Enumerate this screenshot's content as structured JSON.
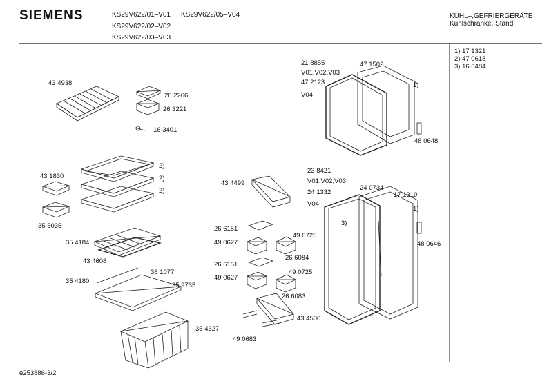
{
  "header": {
    "brand": "SIEMENS",
    "models": [
      "KS29V622/01–V01",
      "KS29V622/05–V04",
      "KS29V622/02–V02",
      "KS29V622/03–V03"
    ],
    "category_line1": "KÜHL–,GEFRIERGERÄTE",
    "category_line2": "Kühlschränke, Stand"
  },
  "notes": [
    "1)  17 1321",
    "2)  47 0618",
    "3)  16 6484"
  ],
  "parts": {
    "p434938": "43 4938",
    "p262266": "26 2266",
    "p263221": "26 3221",
    "p163401": "16 3401",
    "p431830": "43 1830",
    "p355035": "35 5035",
    "note2a": "2)",
    "note2b": "2)",
    "note2c": "2)",
    "p354184": "35 4184",
    "p434608": "43 4608",
    "p361077": "36 1077",
    "p354180": "35 4180",
    "p359735": "35 9735",
    "p354327": "35 4327",
    "p218855": "21 8855",
    "v010203a": "V01,V02,V03",
    "p472123": "47 2123",
    "v04a": "V04",
    "p471502": "47 1502",
    "note1a": "1)",
    "p480648": "48 0648",
    "p238421": "23 8421",
    "v010203b": "V01,V02,V03",
    "p241332": "24 1332",
    "v04b": "V04",
    "p240734": "24 0734",
    "p171319": "17 1319",
    "note1b": "1)",
    "note3": "3)",
    "p480646": "48 0646",
    "p434499": "43 4499",
    "p266151a": "26 6151",
    "p490627a": "49 0627",
    "p490725a": "49 0725",
    "p266084": "26 6084",
    "p266151b": "26 6151",
    "p490627b": "49 0627",
    "p490725b": "49 0725",
    "p266083": "26 6083",
    "p434500": "43 4500",
    "p490683": "49 0683"
  },
  "footer": {
    "doc_id": "e253886-3/2"
  }
}
